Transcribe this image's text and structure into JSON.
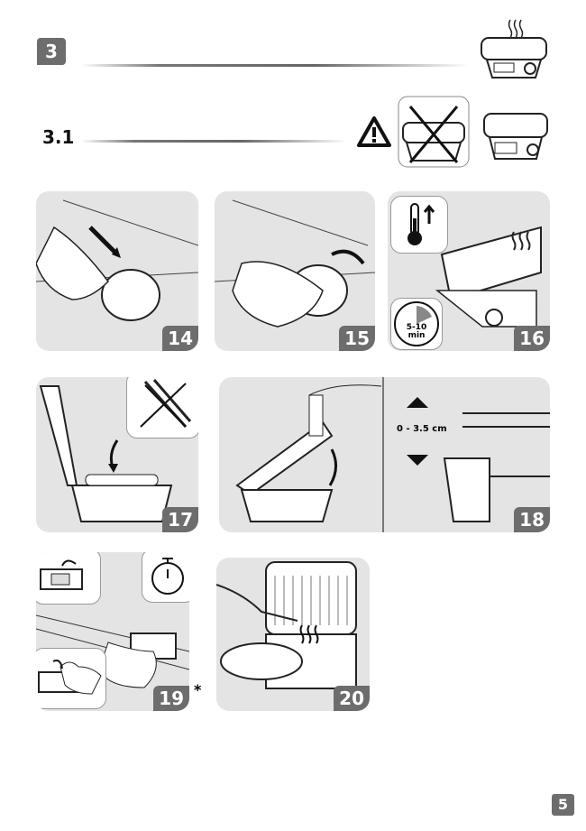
{
  "section": {
    "number": "3"
  },
  "subsection": {
    "number": "3.1"
  },
  "steps": [
    {
      "number": "14"
    },
    {
      "number": "15"
    },
    {
      "number": "16",
      "timer_label": "5-10",
      "timer_unit": "min"
    },
    {
      "number": "17"
    },
    {
      "number": "18",
      "gap_label": "0 - 3.5 cm"
    },
    {
      "number": "19",
      "footnote": "*"
    },
    {
      "number": "20"
    }
  ],
  "page_number": "5",
  "colors": {
    "badge": "#6d6d6d",
    "panel": "#e4e4e4"
  }
}
